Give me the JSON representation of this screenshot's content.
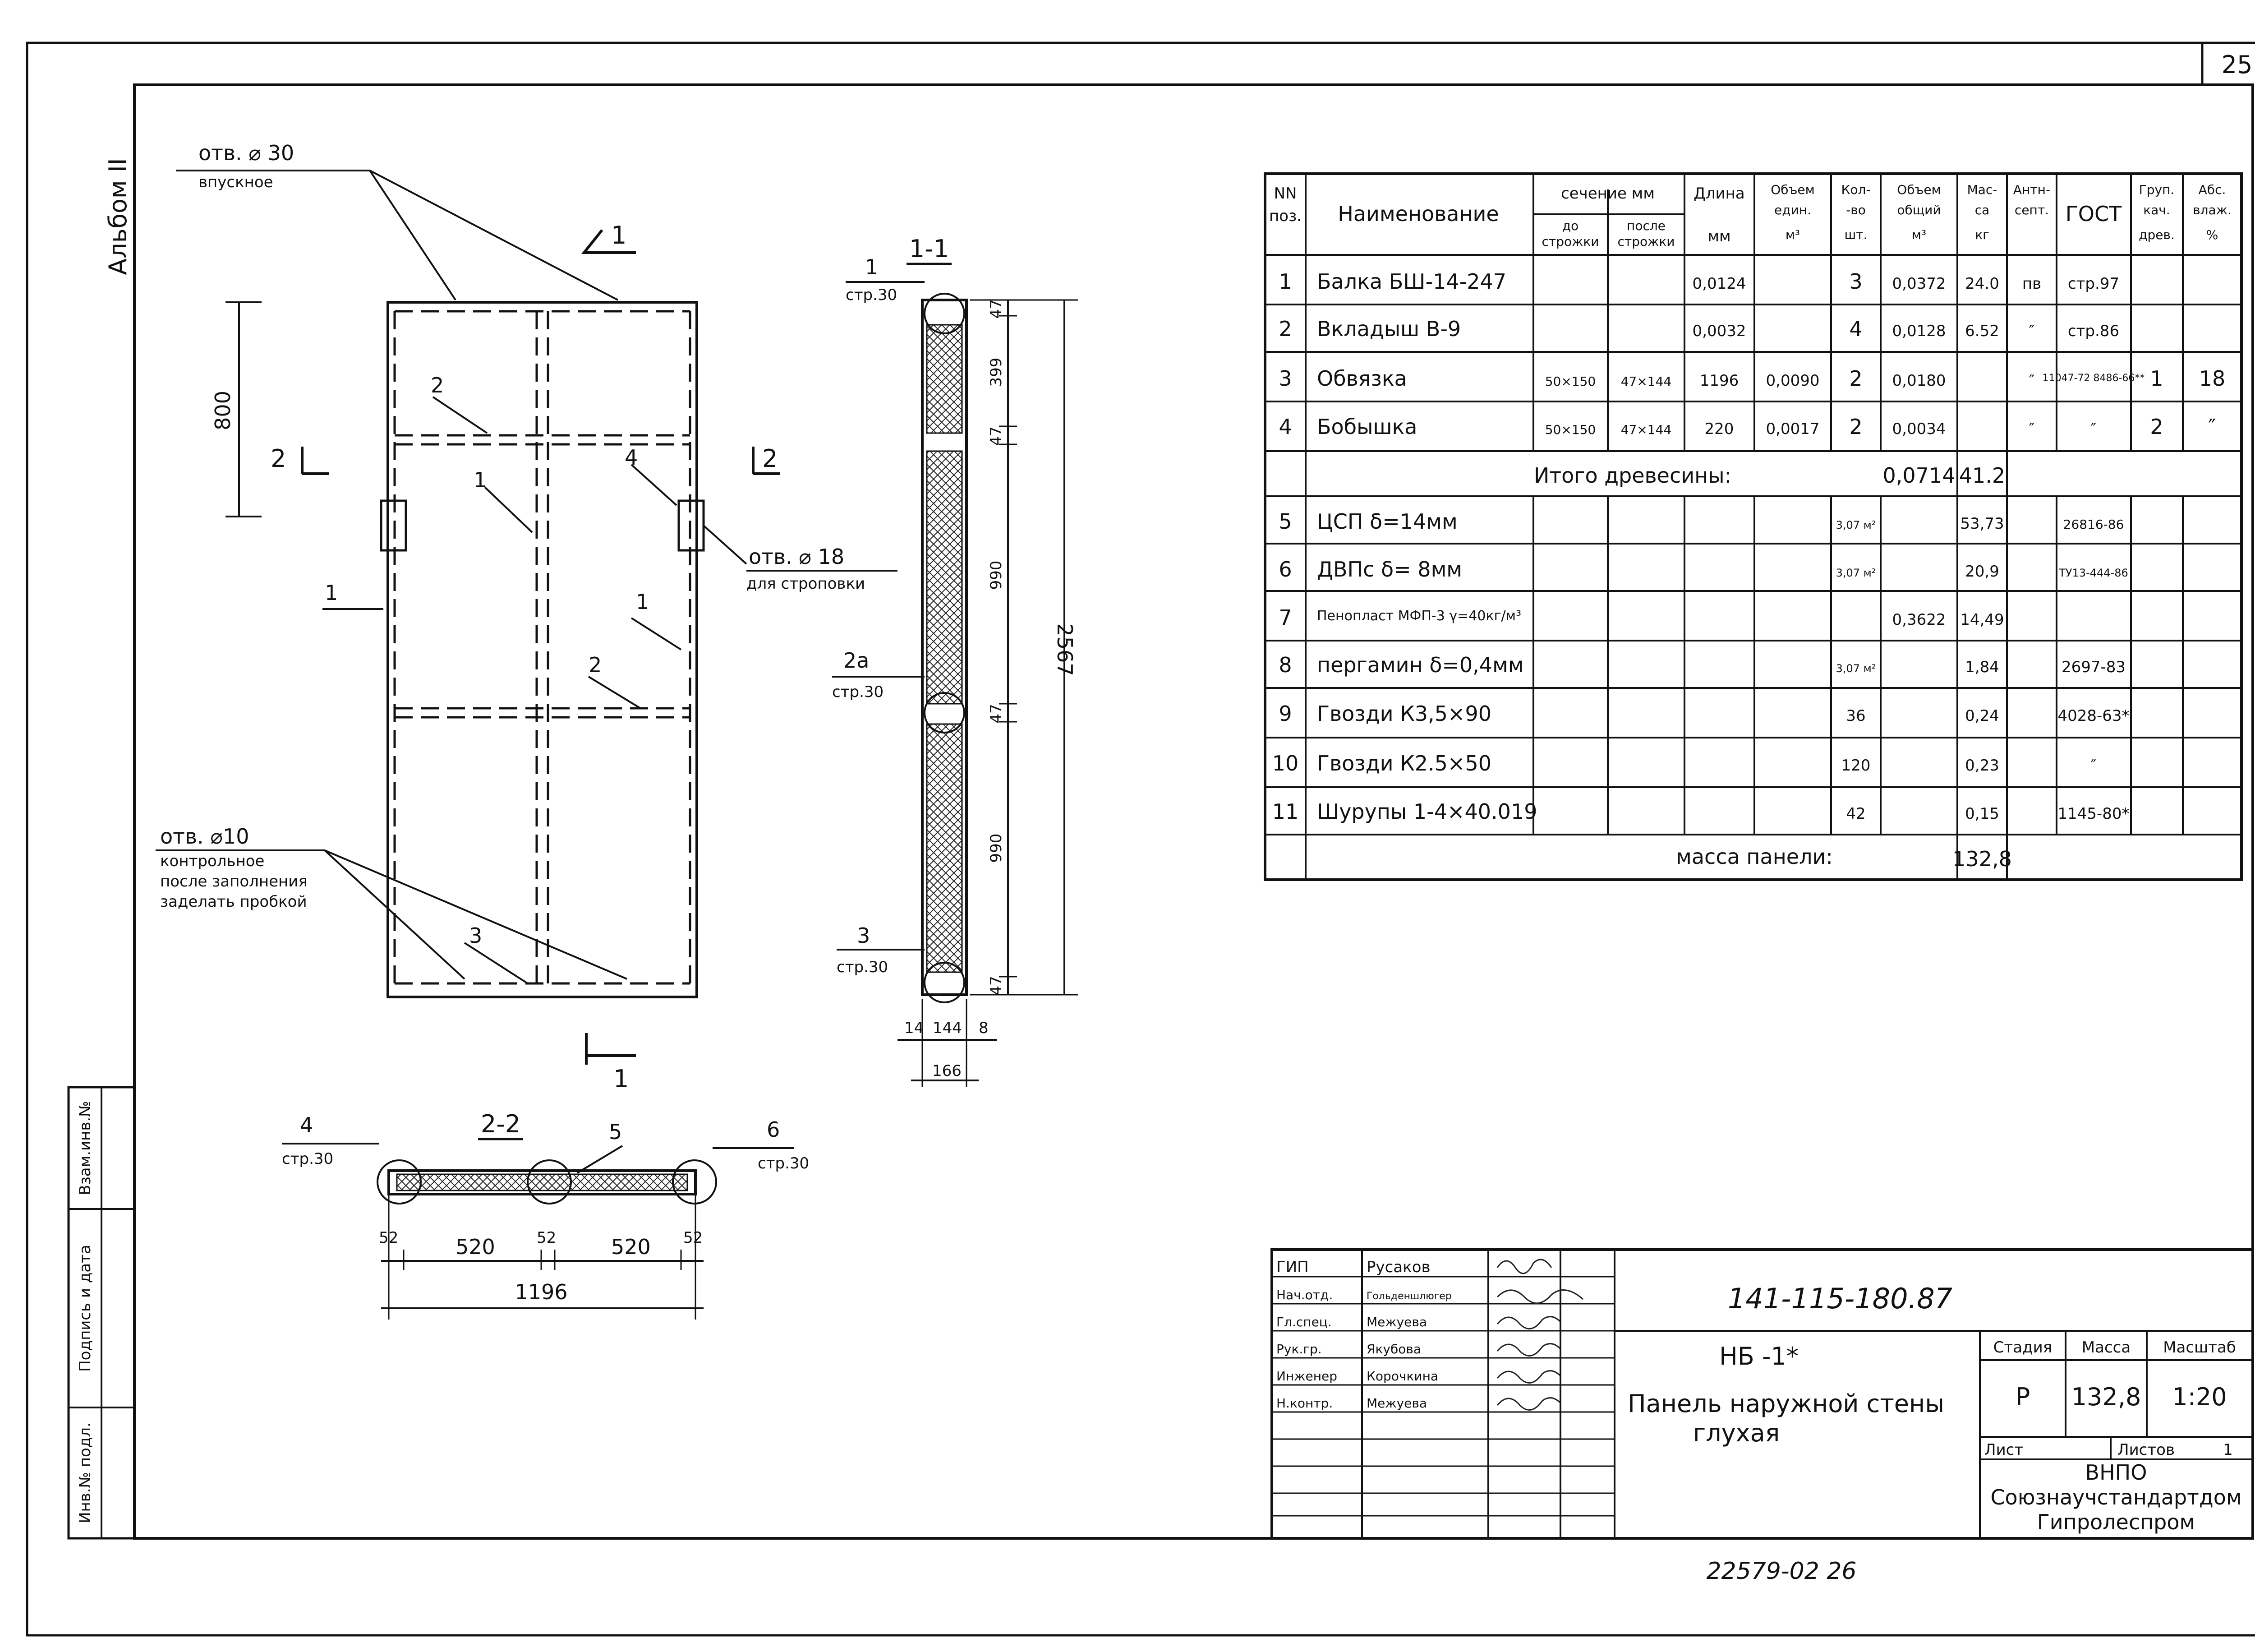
{
  "sheet": {
    "page_number": "25",
    "album_label": "Альбом II",
    "left_stamp": [
      "Инв.№ подл.",
      "Подпись и дата",
      "Взам.инв.№"
    ],
    "bottom_code": "22579-02   26"
  },
  "drawing": {
    "hole_30": [
      "отв. ⌀ 30",
      "впускное"
    ],
    "hole_18": [
      "отв. ⌀ 18",
      "для строповки"
    ],
    "hole_10": [
      "отв. ⌀10",
      "контрольное",
      "после заполнения",
      "заделать пробкой"
    ],
    "dim_800": "800",
    "section_1_1": "1-1",
    "section_2_2": "2-2",
    "cut_1": "1",
    "cut_2": "2",
    "pos": [
      "1",
      "2",
      "3",
      "4",
      "5",
      "6",
      "2а"
    ],
    "page_ref": "стр.30",
    "dims_vertical": [
      "47",
      "399",
      "47",
      "990",
      "47",
      "990",
      "47"
    ],
    "dim_total_height": "2567",
    "dims_thickness": [
      "14",
      "144",
      "8"
    ],
    "dim_166": "166",
    "dims_plan": [
      "52",
      "520",
      "52",
      "520",
      "52"
    ],
    "dim_total_width": "1196"
  },
  "spec": {
    "headers": {
      "nn": [
        "NN",
        "поз."
      ],
      "name": "Наименование",
      "section": "сечение мм",
      "section_before": [
        "до",
        "строжки"
      ],
      "section_after": [
        "после",
        "строжки"
      ],
      "length": [
        "Длина",
        "мм"
      ],
      "volume_unit": [
        "Объем",
        "един.",
        "м³"
      ],
      "qty": [
        "Кол-",
        "-во",
        "шт."
      ],
      "volume_total": [
        "Объем",
        "общий",
        "м³"
      ],
      "mass": [
        "Мас-",
        "са",
        "кг"
      ],
      "antisept": [
        "Антн-",
        "септ."
      ],
      "gost": "ГОСТ",
      "group": [
        "Груп.",
        "кач.",
        "древ."
      ],
      "moisture": [
        "Абс.",
        "влаж.",
        "%"
      ]
    },
    "rows": [
      {
        "n": "1",
        "name": "Балка БШ-14-247",
        "before": "",
        "after": "",
        "length": "",
        "vol": "0,0124",
        "qty": "3",
        "vol_total": "0,0372",
        "mass": "24.0",
        "antisept": "пв",
        "gost": "стр.97",
        "grp": "",
        "moist": ""
      },
      {
        "n": "2",
        "name": "Вкладыш В-9",
        "before": "",
        "after": "",
        "length": "",
        "vol": "0,0032",
        "qty": "4",
        "vol_total": "0,0128",
        "mass": "6.52",
        "antisept": "″",
        "gost": "стр.86",
        "grp": "",
        "moist": ""
      },
      {
        "n": "3",
        "name": "Обвязка",
        "before": "50×150",
        "after": "47×144",
        "length": "1196",
        "vol": "0,0090",
        "qty": "2",
        "vol_total": "0,0180",
        "mass": "",
        "antisept": "″",
        "gost": "11047-72 8486-66**",
        "grp": "1",
        "moist": "18"
      },
      {
        "n": "4",
        "name": "Бобышка",
        "before": "50×150",
        "after": "47×144",
        "length": "220",
        "vol": "0,0017",
        "qty": "2",
        "vol_total": "0,0034",
        "mass": "",
        "antisept": "″",
        "gost": "″",
        "grp": "2",
        "moist": "″"
      }
    ],
    "wood_total": {
      "label": "Итого древесины:",
      "volume": "0,0714",
      "mass": "41.2"
    },
    "rows2": [
      {
        "n": "5",
        "name": "ЦСП δ=14мм",
        "qty": "3,07 м²",
        "vol_total": "",
        "mass": "53,73",
        "gost": "26816-86"
      },
      {
        "n": "6",
        "name": "ДВПс δ= 8мм",
        "qty": "3,07 м²",
        "vol_total": "",
        "mass": "20,9",
        "gost": "ТУ13-444-86"
      },
      {
        "n": "7",
        "name": "Пенопласт МФП-3 γ=40кг/м³",
        "qty": "",
        "vol_total": "0,3622",
        "mass": "14,49",
        "gost": ""
      },
      {
        "n": "8",
        "name": "пергамин δ=0,4мм",
        "qty": "3,07 м²",
        "vol_total": "",
        "mass": "1,84",
        "gost": "2697-83"
      },
      {
        "n": "9",
        "name": "Гвозди К3,5×90",
        "qty": "36",
        "vol_total": "",
        "mass": "0,24",
        "gost": "4028-63*"
      },
      {
        "n": "10",
        "name": "Гвозди К2.5×50",
        "qty": "120",
        "vol_total": "",
        "mass": "0,23",
        "gost": "″"
      },
      {
        "n": "11",
        "name": "Шурупы 1-4×40.019",
        "qty": "42",
        "vol_total": "",
        "mass": "0,15",
        "gost": "1145-80*"
      }
    ],
    "panel_mass": {
      "label": "масса панели:",
      "value": "132,8"
    }
  },
  "title_block": {
    "roles": [
      "ГИП",
      "Нач.отд.",
      "Гл.спец.",
      "Рук.гр.",
      "Инженер",
      "Н.контр."
    ],
    "names": [
      "Русаков",
      "Гольденшлюгер",
      "Межуева",
      "Якубова",
      "Корочкина",
      "Межуева"
    ],
    "doc_code": "141-115-180.87",
    "mark": "НБ -1*",
    "title": [
      "Панель наружной стены",
      "глухая"
    ],
    "stage_label": "Стадия",
    "mass_label": "Масса",
    "scale_label": "Масштаб",
    "stage": "Р",
    "mass": "132,8",
    "scale": "1:20",
    "sheet_label": "Лист",
    "sheets_label": "Листов",
    "sheets": "1",
    "org": [
      "ВНПО",
      "Союзнаучстандартдом",
      "Гипролеспром"
    ]
  }
}
